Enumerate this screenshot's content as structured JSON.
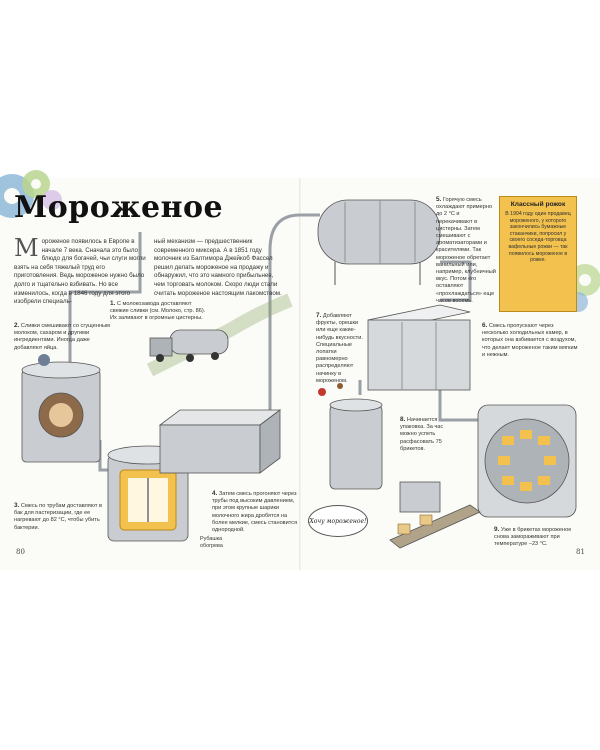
{
  "page": {
    "title": "Мороженое",
    "intro_dropcap": "М",
    "intro_col1": "ороженое появилось в Европе в начале 7 века. Сначала это было блюдо для богачей, чьи слуги могли взять на себя тяжелый труд его приготовления. Ведь мороженое нужно было долго и тщательно взбивать. Но все изменилось, когда в 1846 году для этого изобрели специаль-",
    "intro_col2": "ный механизм — предшественник современного миксера. А в 1851 году молочник из Балтимора Джейкоб Фассел решил делать мороженое на продажу и обнаружил, что это намного прибыльнее, чем торговать молоком. Скоро люди стали считать мороженое настоящим лакомством.",
    "page_left": "80",
    "page_right": "81"
  },
  "steps": {
    "s1": {
      "num": "1.",
      "text": "С молокозавода доставляют свежие сливки (см. Молоко, стр. 86). Их заливают в огромные цистерны."
    },
    "s2": {
      "num": "2.",
      "text": "Сливки смешивают со сгущенным молоком, сахаром и другими ингредиентами. Иногда даже добавляют яйца."
    },
    "s3": {
      "num": "3.",
      "text": "Смесь по трубам доставляют в бак для пастеризации, где ее нагревают до 82 °С, чтобы убить бактерии."
    },
    "s4": {
      "num": "4.",
      "text": "Затем смесь прогоняют через трубы под высоким давлением, при этом крупные шарики молочного жира дробятся на более мелкие, смесь становится однородной."
    },
    "s5": {
      "num": "5.",
      "text": "Горячую смесь охлаждают примерно до 2 °С и перекачивают в цистерны. Затем смешивают с ароматизаторами и красителями. Так мороженое обретает ванильный или, например, клубничный вкус. Потом его оставляют «прохлаждаться» еще часов восемь."
    },
    "s6": {
      "num": "6.",
      "text": "Смесь пропускают через несколько холодильных камер, в которых она взбивается с воздухом, что делает мороженое таким мягким и нежным."
    },
    "s7": {
      "num": "7.",
      "text": "Добавляют фрукты, орешки или еще какие-нибудь вкусности. Специальные лопатки равномерно распределяют начинку в мороженом."
    },
    "s8": {
      "num": "8.",
      "text": "Начинается упаковка. За час можно успеть расфасовать 75 брикетов."
    },
    "s9": {
      "num": "9.",
      "text": "Уже в брикетах мороженое снова замораживают при температуре –23 °С."
    }
  },
  "labels": {
    "heater": "Рубашка обогрева",
    "bubble": "Хочу мороженое!"
  },
  "sidebar": {
    "heading": "Классный рожок",
    "text": "В 1904 году один продавец мороженого, у которого закончились бумажные стаканчики, попросил у своего соседа-торговца вафельные рожки — так появилось мороженое в рожке."
  },
  "colors": {
    "metal": "#c9ccd0",
    "metal_dark": "#8d9298",
    "yellow": "#f2c14e",
    "gear_blue": "#8fb8d8",
    "gear_green": "#b9d58f"
  }
}
